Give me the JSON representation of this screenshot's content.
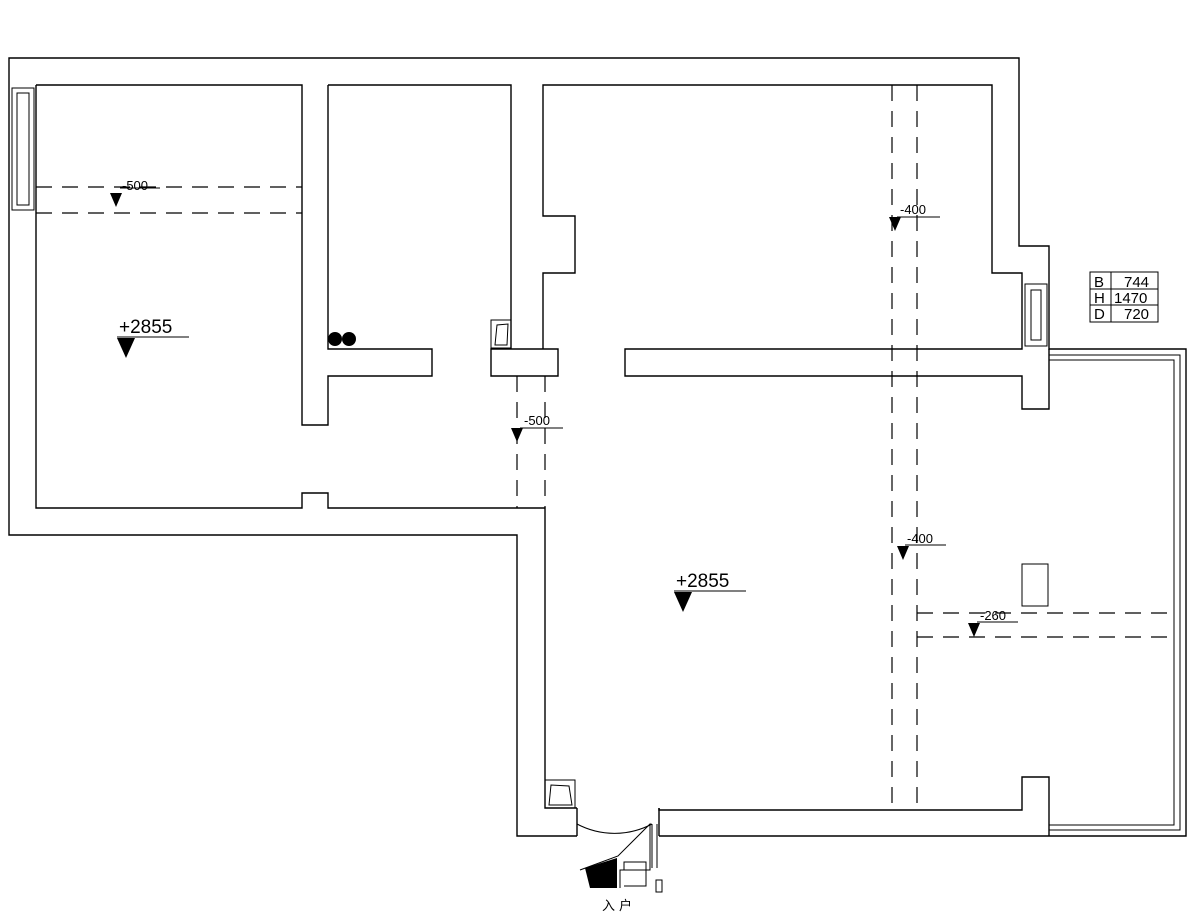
{
  "levels": {
    "room_left": "+2855",
    "room_main": "+2855",
    "beam_left": "-500",
    "beam_corridor": "-500",
    "beam_top_right": "-400",
    "beam_mid_right": "-400",
    "beam_balcony": "-260"
  },
  "table": {
    "rows": [
      {
        "key": "B",
        "value": "744"
      },
      {
        "key": "H",
        "value": "1470"
      },
      {
        "key": "D",
        "value": "720"
      }
    ]
  },
  "entrance_label": "入户",
  "icons": [
    "elevation-marker-icon",
    "door-swing-icon",
    "window-icon",
    "pipe-icon"
  ]
}
